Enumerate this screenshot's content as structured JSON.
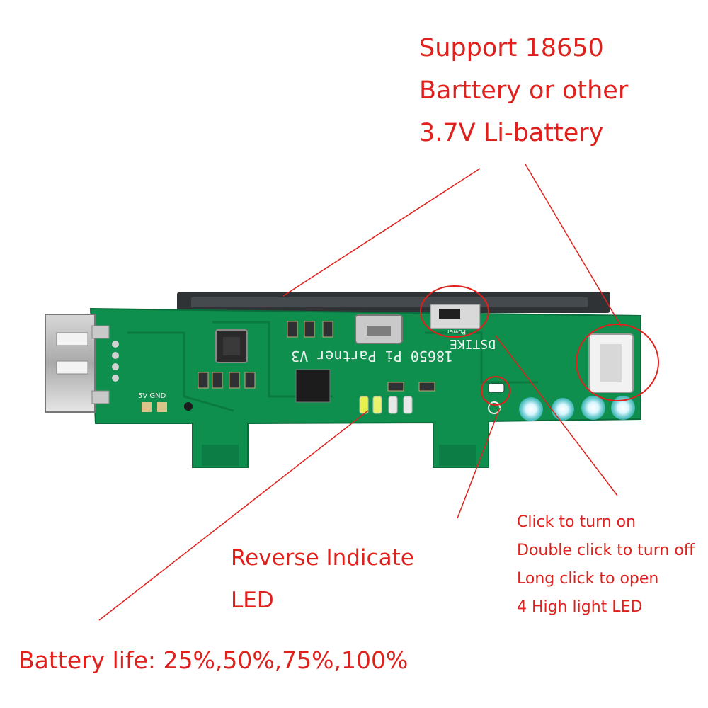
{
  "captions": {
    "battery_support": [
      "Support 18650",
      "Barttery or other",
      "3.7V Li-battery"
    ],
    "reverse_led": [
      "Reverse Indicate",
      "LED"
    ],
    "battery_life": "Battery life: 25%,50%,75%,100%",
    "button_functions": [
      "Click to turn on",
      "Double click to turn off",
      "Long click to open",
      "4 High light LED"
    ]
  },
  "board": {
    "silkscreen_brand": "DSTIKE",
    "silkscreen_model": "18650 Pi Partner V3",
    "silkscreen_pins": "5V GND",
    "silkscreen_power": "Power"
  },
  "colors": {
    "annotation": "#e0201c",
    "pcb": "#0e8f4e",
    "led_glow": "#8fe3ff"
  }
}
